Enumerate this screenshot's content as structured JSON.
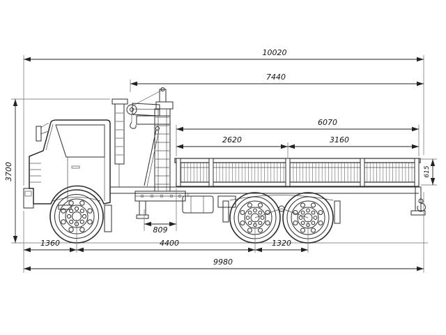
{
  "colors": {
    "background": "#ffffff",
    "ink": "#2b2b2b",
    "dimension_line": "#222222"
  },
  "diagram": {
    "type": "technical-drawing",
    "dimensions": {
      "top_overall": "10020",
      "frame_length": "7440",
      "bed_length": "6070",
      "bed_section_front": "2620",
      "bed_section_rear": "3160",
      "height": "3700",
      "board_height": "615",
      "crane_offset": "809",
      "front_overhang": "1360",
      "wheelbase": "4400",
      "bogie_spacing": "1320",
      "bottom_overall": "9980"
    }
  }
}
